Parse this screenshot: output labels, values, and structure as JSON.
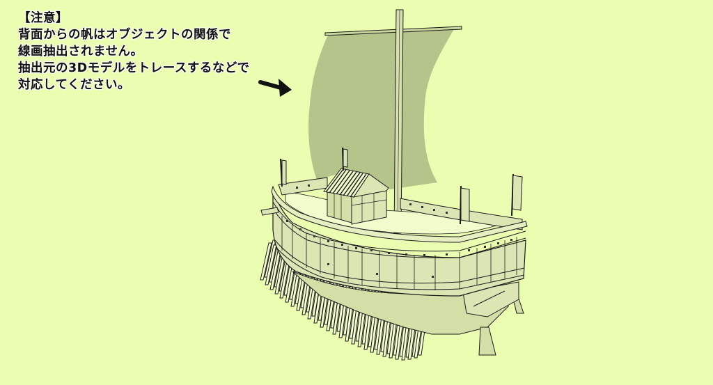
{
  "note": {
    "heading": "【注意】",
    "lines": [
      "背面からの帆はオブジェクトの関係で",
      "線画抽出されません。",
      "抽出元の3Dモデルをトレースするなどで",
      "対応してください。"
    ]
  },
  "illustration": {
    "subject": "ship-with-sail-and-oars",
    "arrow_target": "sail"
  },
  "colors": {
    "background": "#eafdb1",
    "sail": "#b4c48a",
    "hull": "#dbe6b4",
    "line": "#1a1a1a",
    "arrow": "#111111"
  }
}
